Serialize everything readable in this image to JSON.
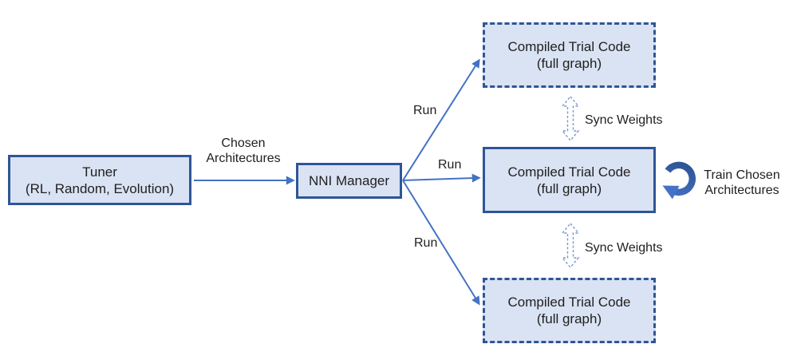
{
  "diagram": {
    "tuner": {
      "line1": "Tuner",
      "line2": "(RL, Random, Evolution)"
    },
    "nni_manager": {
      "label": "NNI Manager"
    },
    "trials": [
      {
        "position": "top",
        "border": "dashed",
        "line1": "Compiled Trial Code",
        "line2": "(full graph)"
      },
      {
        "position": "middle",
        "border": "solid",
        "line1": "Compiled Trial Code",
        "line2": "(full graph)"
      },
      {
        "position": "bottom",
        "border": "dashed",
        "line1": "Compiled Trial Code",
        "line2": "(full graph)"
      }
    ],
    "labels": {
      "chosen_architectures": "Chosen Architectures",
      "run_top": "Run",
      "run_middle": "Run",
      "run_bottom": "Run",
      "sync_weights_top": "Sync Weights",
      "sync_weights_bottom": "Sync Weights",
      "train_chosen": "Train Chosen Architectures"
    },
    "colors": {
      "box_fill": "#DAE3F3",
      "box_border": "#2F5597",
      "arrow": "#4472C4",
      "sync_arrow_stroke": "#7B97CF",
      "curved_arrow_dark": "#2F5597",
      "text": "#1F1F1F"
    }
  }
}
